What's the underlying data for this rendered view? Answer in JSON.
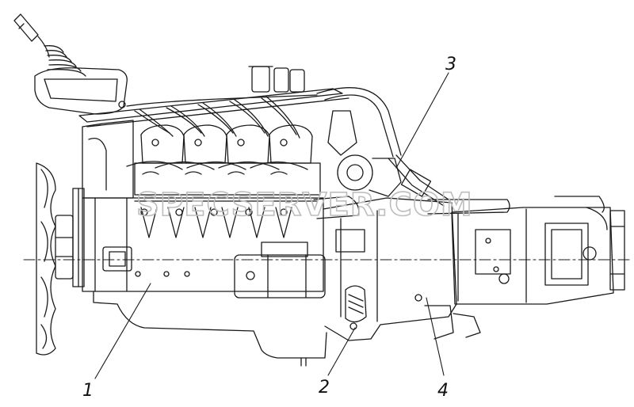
{
  "diagram": {
    "callouts": [
      {
        "id": "1",
        "label": "1"
      },
      {
        "id": "2",
        "label": "2"
      },
      {
        "id": "3",
        "label": "3"
      },
      {
        "id": "4",
        "label": "4"
      }
    ],
    "watermark": "SPECSERVER.COM",
    "colors": {
      "line": "#1a1a1a",
      "watermark": "#bdbdbd",
      "background": "#ffffff"
    }
  }
}
